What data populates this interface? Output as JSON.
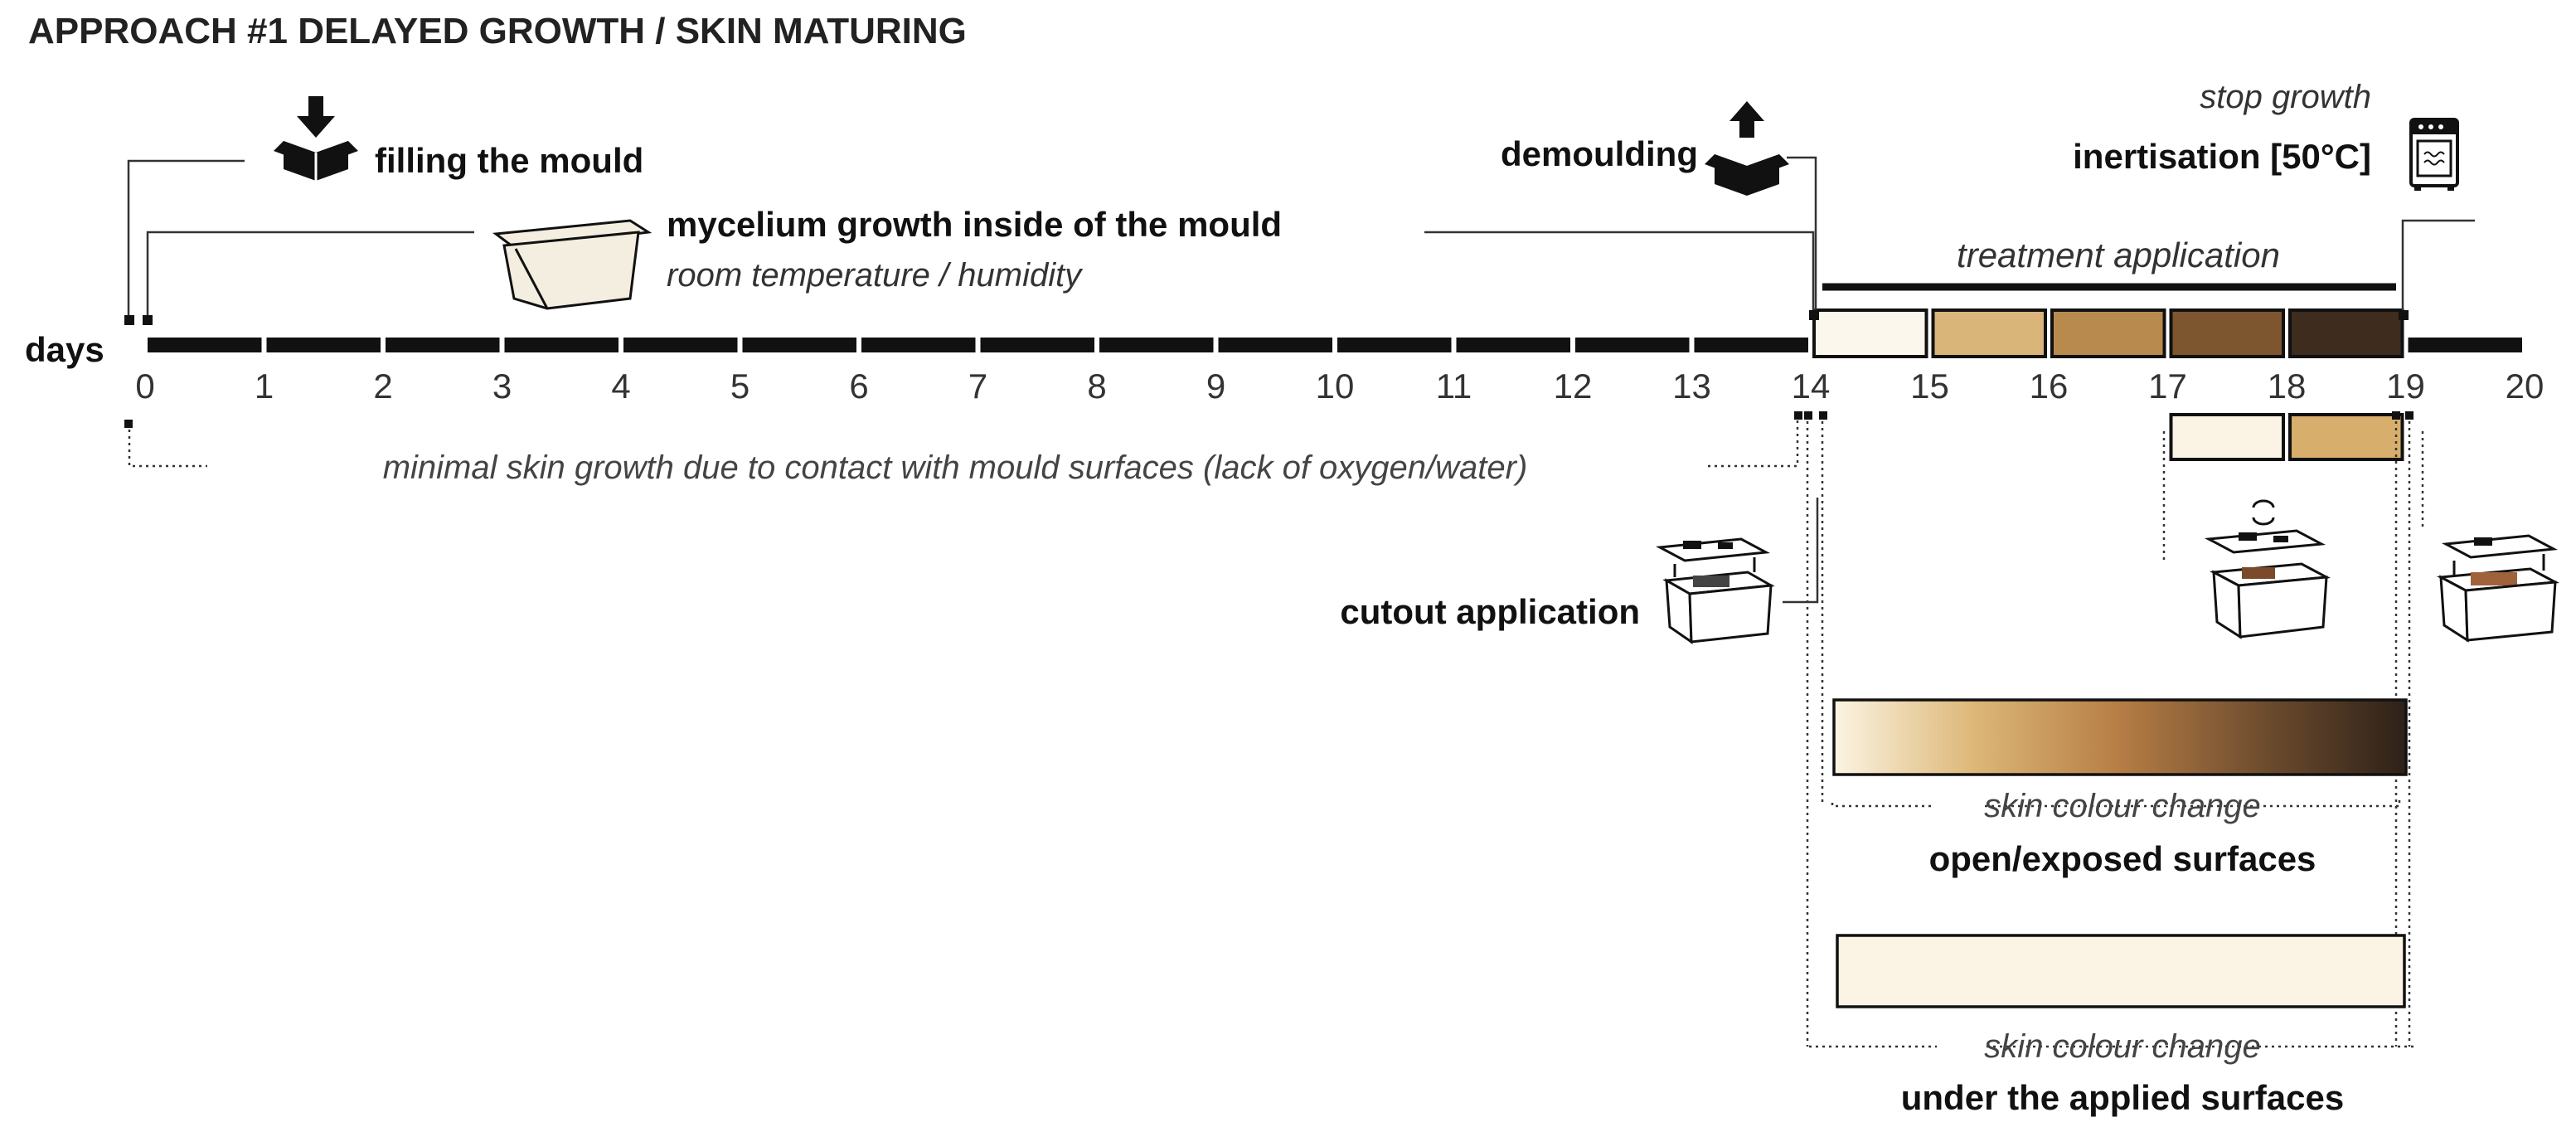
{
  "title": "APPROACH #1 DELAYED GROWTH / SKIN MATURING",
  "axis": {
    "label": "days",
    "ticks": [
      "0",
      "1",
      "2",
      "3",
      "4",
      "5",
      "6",
      "7",
      "8",
      "9",
      "10",
      "11",
      "12",
      "13",
      "14",
      "15",
      "16",
      "17",
      "18",
      "19",
      "20"
    ]
  },
  "events": {
    "filling": "filling the mould",
    "growth_title": "mycelium growth inside of the mould",
    "growth_sub": "room temperature / humidity",
    "demoulding": "demoulding",
    "stop_growth": "stop growth",
    "inertisation": "inertisation [50°C]",
    "treatment": "treatment application",
    "minimal_skin": "minimal skin growth due to contact with mould surfaces (lack of oxygen/water)",
    "cutout": "cutout application"
  },
  "results": {
    "open_caption": "skin colour change",
    "open_title": "open/exposed surfaces",
    "under_caption": "skin colour change",
    "under_title": "under the applied surfaces"
  },
  "colors": {
    "timeline": "#111111",
    "treatment_swatches": [
      "#fbf7ec",
      "#d9b57a",
      "#b88a4e",
      "#7d5630",
      "#3e2c1e"
    ],
    "under_swatches": [
      "#fbf4e4",
      "#d7ae6c"
    ],
    "open_gradient": [
      "#fbf4e2",
      "#dcb676",
      "#b67d45",
      "#6e4c2e",
      "#2e2118"
    ],
    "under_fill": "#fbf4e4"
  },
  "icons": {
    "filling": "box-arrow-down-icon",
    "growth": "container-icon",
    "demoulding": "box-arrow-up-icon",
    "oven": "oven-icon",
    "cutout": "cutout-application-icon",
    "rotate": "rotate-cutout-icon",
    "remove": "remove-cutout-icon"
  }
}
